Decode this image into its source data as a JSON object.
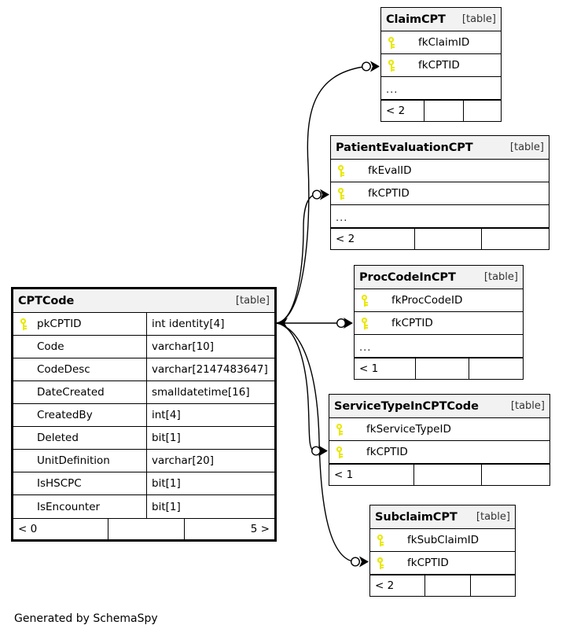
{
  "diagram": {
    "type": "entity-relationship-diagram",
    "generator_credit": "Generated by SchemaSpy",
    "table_tag": "[table]",
    "ellipsis": "...",
    "key_icon": "key-icon"
  },
  "primary_table": {
    "name": "CPTCode",
    "tag": "[table]",
    "columns": [
      {
        "key": true,
        "name": "pkCPTID",
        "type": "int identity[4]"
      },
      {
        "key": false,
        "name": "Code",
        "type": "varchar[10]"
      },
      {
        "key": false,
        "name": "CodeDesc",
        "type": "varchar[2147483647]"
      },
      {
        "key": false,
        "name": "DateCreated",
        "type": "smalldatetime[16]"
      },
      {
        "key": false,
        "name": "CreatedBy",
        "type": "int[4]"
      },
      {
        "key": false,
        "name": "Deleted",
        "type": "bit[1]"
      },
      {
        "key": false,
        "name": "UnitDefinition",
        "type": "varchar[20]"
      },
      {
        "key": false,
        "name": "IsHSCPC",
        "type": "bit[1]"
      },
      {
        "key": false,
        "name": "IsEncounter",
        "type": "bit[1]"
      }
    ],
    "footer": {
      "left": "< 0",
      "middle": "",
      "right": "5 >"
    }
  },
  "related_tables": [
    {
      "id": "claimcpt",
      "name": "ClaimCPT",
      "tag": "[table]",
      "columns": [
        {
          "key": true,
          "name": "fkClaimID"
        },
        {
          "key": true,
          "name": "fkCPTID"
        }
      ],
      "has_ellipsis": true,
      "footer": {
        "left": "< 2",
        "middle": "",
        "right": ""
      }
    },
    {
      "id": "patientevaluationcpt",
      "name": "PatientEvaluationCPT",
      "tag": "[table]",
      "columns": [
        {
          "key": true,
          "name": "fkEvalID"
        },
        {
          "key": true,
          "name": "fkCPTID"
        }
      ],
      "has_ellipsis": true,
      "footer": {
        "left": "< 2",
        "middle": "",
        "right": ""
      }
    },
    {
      "id": "proccodeincpt",
      "name": "ProcCodeInCPT",
      "tag": "[table]",
      "columns": [
        {
          "key": true,
          "name": "fkProcCodeID"
        },
        {
          "key": true,
          "name": "fkCPTID"
        }
      ],
      "has_ellipsis": true,
      "footer": {
        "left": "< 1",
        "middle": "",
        "right": ""
      }
    },
    {
      "id": "servicetypeincptcode",
      "name": "ServiceTypeInCPTCode",
      "tag": "[table]",
      "columns": [
        {
          "key": true,
          "name": "fkServiceTypeID"
        },
        {
          "key": true,
          "name": "fkCPTID"
        }
      ],
      "has_ellipsis": false,
      "footer": {
        "left": "< 1",
        "middle": "",
        "right": ""
      }
    },
    {
      "id": "subclaimcpt",
      "name": "SubclaimCPT",
      "tag": "[table]",
      "columns": [
        {
          "key": true,
          "name": "fkSubClaimID"
        },
        {
          "key": true,
          "name": "fkCPTID"
        }
      ],
      "has_ellipsis": false,
      "footer": {
        "left": "< 2",
        "middle": "",
        "right": ""
      }
    }
  ],
  "relationships": [
    {
      "from": "CPTCode.pkCPTID",
      "to": "ClaimCPT.fkCPTID"
    },
    {
      "from": "CPTCode.pkCPTID",
      "to": "PatientEvaluationCPT.fkCPTID"
    },
    {
      "from": "CPTCode.pkCPTID",
      "to": "ProcCodeInCPT.fkCPTID"
    },
    {
      "from": "CPTCode.pkCPTID",
      "to": "ServiceTypeInCPTCode.fkCPTID"
    },
    {
      "from": "CPTCode.pkCPTID",
      "to": "SubclaimCPT.fkCPTID"
    }
  ],
  "colors": {
    "background": "#ffffff",
    "line": "#000000",
    "header_fill": "#f2f2f2",
    "key": "#e8e800",
    "text": "#000000"
  }
}
